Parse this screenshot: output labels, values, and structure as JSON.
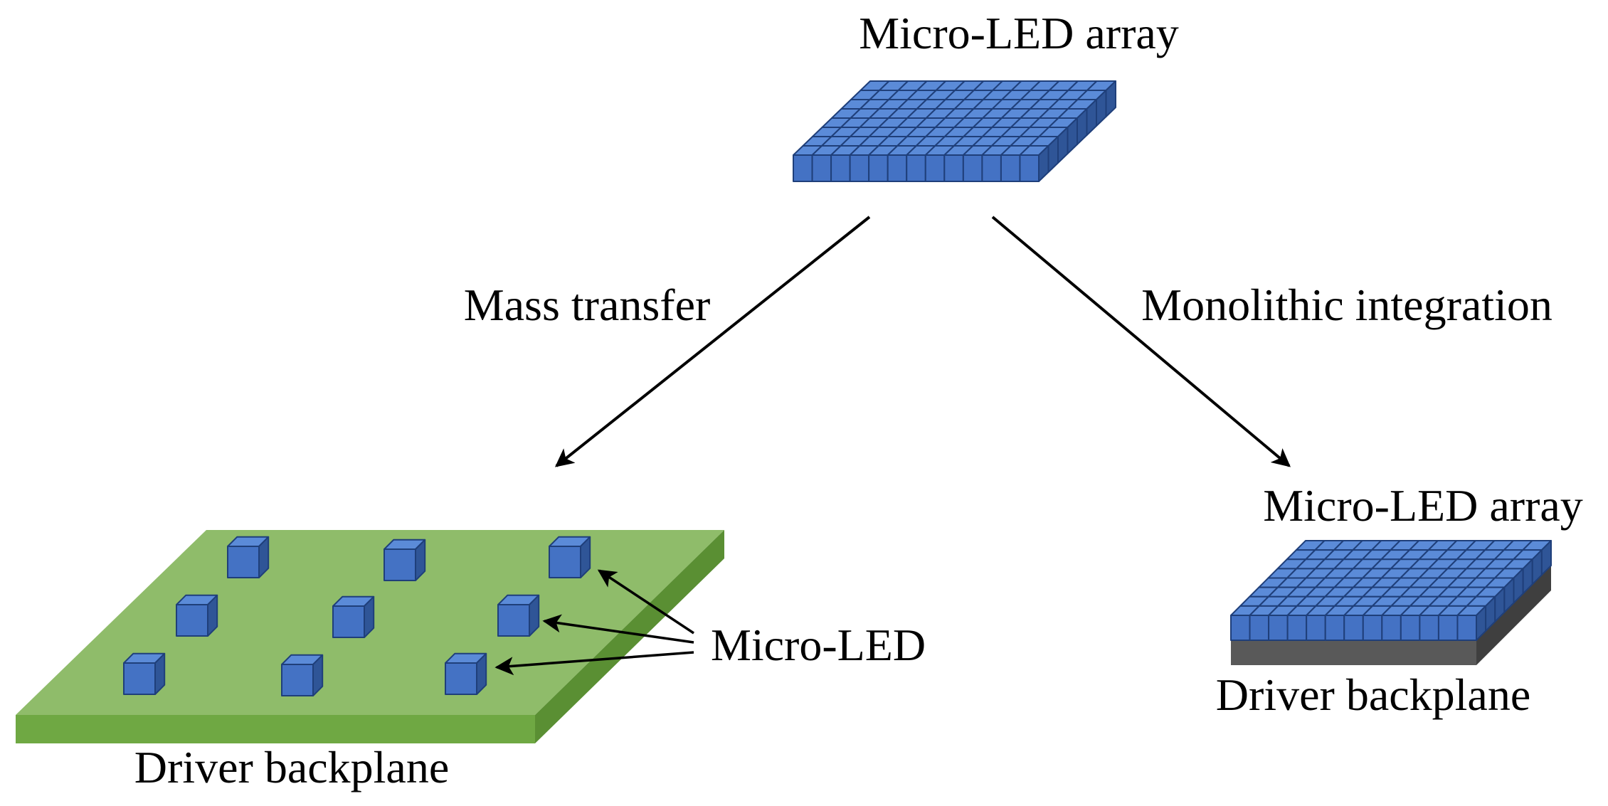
{
  "labels": {
    "top_array": "Micro-LED array",
    "mass_transfer": "Mass transfer",
    "monolithic": "Monolithic integration",
    "micro_led": "Micro-LED",
    "driver_left": "Driver backplane",
    "right_array": "Micro-LED array",
    "driver_right": "Driver backplane"
  },
  "colors": {
    "led_front": "#4472C4",
    "led_top": "#5B8BD8",
    "led_side": "#2F5597",
    "led_edge": "#1F3F7A",
    "backplane_top": "#8FBC6A",
    "backplane_front": "#6FA843",
    "backplane_side": "#5A8F33",
    "backplane_dark": "#595959",
    "backplane_dark_side": "#3F3F3F",
    "arrow": "#000000"
  },
  "arrays": {
    "columns": 13,
    "rows": 8
  },
  "scattered_leds": {
    "count": 9
  }
}
